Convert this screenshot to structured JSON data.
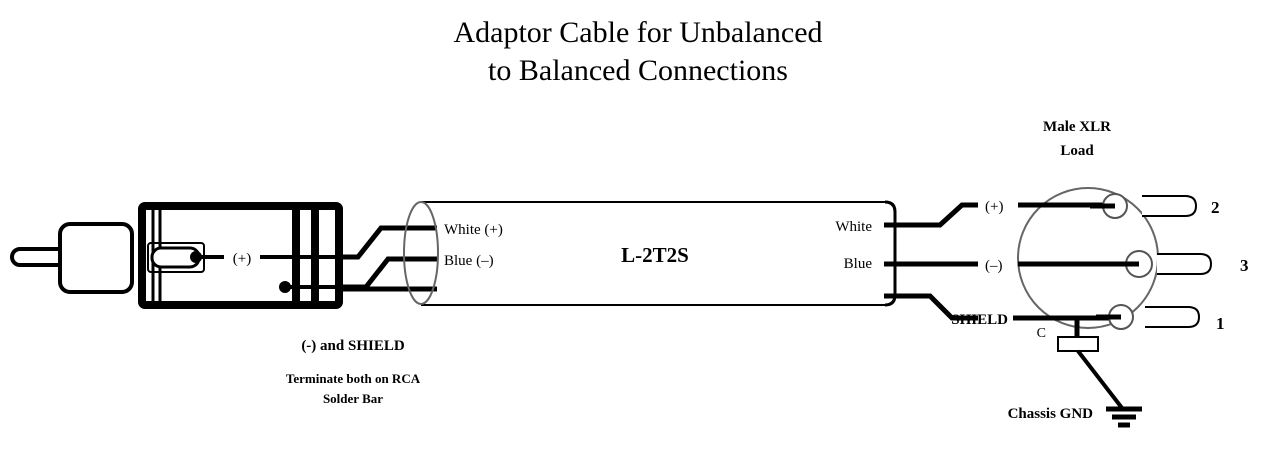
{
  "diagram": {
    "title_line1": "Adaptor Cable for Unbalanced",
    "title_line2": "to Balanced Connections",
    "colors": {
      "ink": "#000000",
      "background": "#ffffff",
      "outline_light": "#777777"
    }
  },
  "cable": {
    "model": "L-2T2S",
    "left_end": {
      "wire_white_label": "White (+)",
      "wire_blue_label": "Blue  (–)"
    },
    "right_end": {
      "wire_white_label": "White",
      "wire_blue_label": "Blue"
    }
  },
  "rca": {
    "center_pin_label": "(+)",
    "note_heading": "(-) and SHIELD",
    "note_line1": "Terminate both on RCA",
    "note_line2": "Solder Bar"
  },
  "xlr": {
    "heading_line1": "Male XLR",
    "heading_line2": "Load",
    "connections": [
      {
        "polarity": "(+)",
        "pin": "2"
      },
      {
        "polarity": "(–)",
        "pin": "3"
      },
      {
        "polarity": "SHIELD",
        "pin": "1"
      }
    ],
    "capacitor_label": "C",
    "ground_label": "Chassis GND"
  }
}
